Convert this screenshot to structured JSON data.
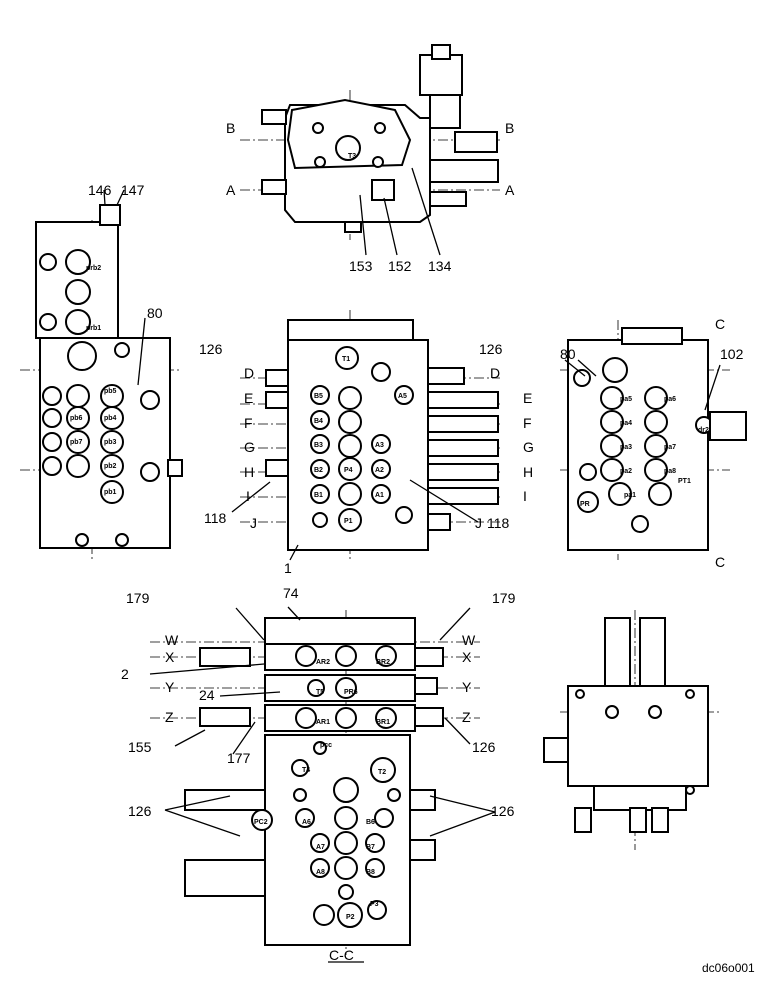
{
  "drawing_id": "dc06o001",
  "section_label": "C-C",
  "section_marks": {
    "top": [
      "B",
      "B",
      "A",
      "A"
    ],
    "front_left": [
      "D",
      "E",
      "F",
      "G",
      "H",
      "I",
      "J"
    ],
    "front_right": [
      "D",
      "E",
      "F",
      "G",
      "H",
      "I",
      "J"
    ],
    "right": [
      "C",
      "C"
    ],
    "bottom_left": [
      "W",
      "X",
      "Y",
      "Z"
    ],
    "bottom_right": [
      "W",
      "X",
      "Y",
      "Z"
    ]
  },
  "callouts": {
    "c153": "153",
    "c152": "152",
    "c134": "134",
    "c146": "146",
    "c147": "147",
    "c80a": "80",
    "c126a": "126",
    "c126b": "126",
    "c80b": "80",
    "c102": "102",
    "c118a": "118",
    "c118b": "118",
    "c1": "1",
    "c179a": "179",
    "c74": "74",
    "c179b": "179",
    "c2": "2",
    "c24": "24",
    "c155": "155",
    "c177": "177",
    "c126c": "126",
    "c126d": "126",
    "c126e": "126"
  },
  "port_labels": {
    "top": [
      "T3"
    ],
    "left": [
      "prb2",
      "prb1",
      "pb5",
      "pb4",
      "pb3",
      "pb2",
      "pb1",
      "pb6",
      "pb7"
    ],
    "front": [
      "T1",
      "B5",
      "A5",
      "B4",
      "B3",
      "A3",
      "B2",
      "P4",
      "A2",
      "B1",
      "A1",
      "P1"
    ],
    "right": [
      "pa5",
      "pa6",
      "pa4",
      "pa3",
      "pa7",
      "pa2",
      "pa8",
      "pa1",
      "dr2",
      "PT1",
      "PR"
    ],
    "bottom": [
      "AR2",
      "BR2",
      "T5",
      "PR6",
      "AR1",
      "BR1",
      "pcc",
      "T4",
      "T2",
      "PC2",
      "A6",
      "B6",
      "A7",
      "B7",
      "A8",
      "B8",
      "P2",
      "P3"
    ]
  }
}
